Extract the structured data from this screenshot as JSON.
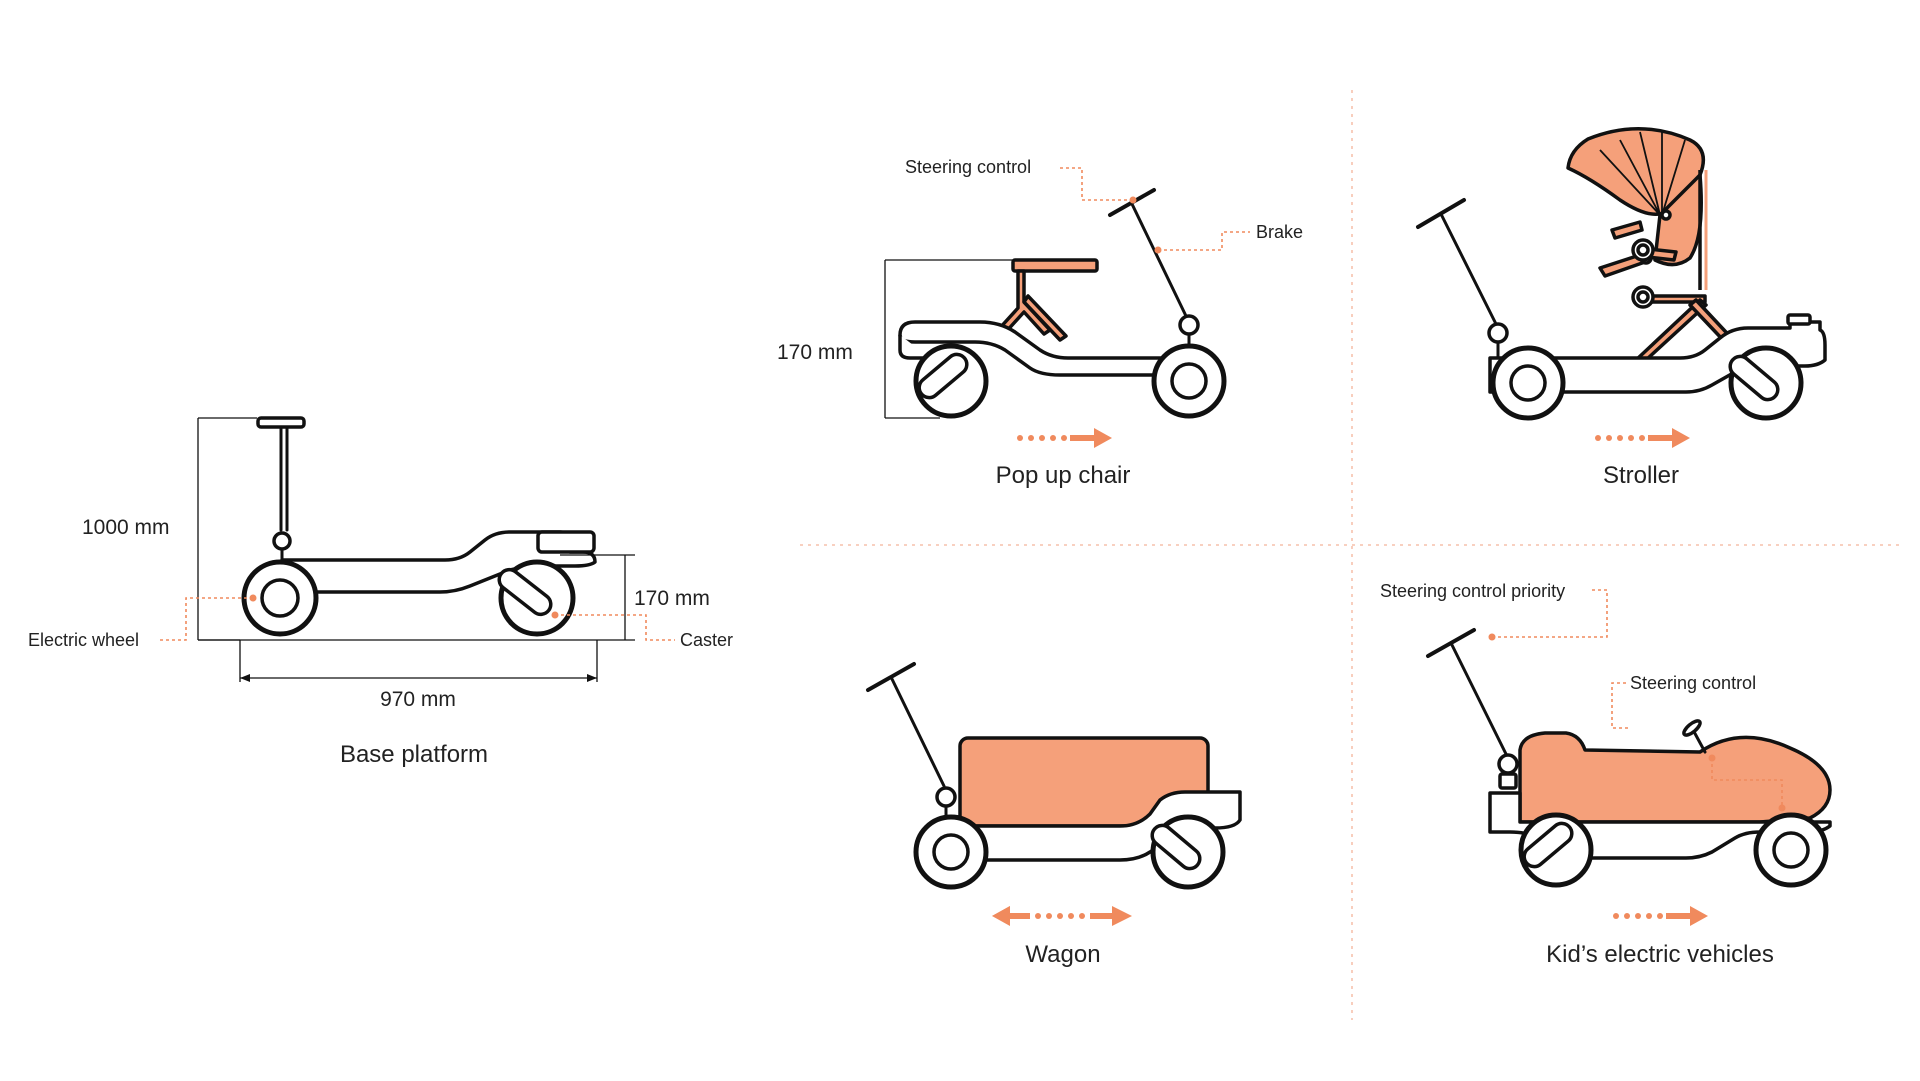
{
  "colors": {
    "accent": "#f08a5d",
    "fill": "#f5a07a",
    "outline": "#111111"
  },
  "base_platform": {
    "title": "Base platform",
    "height_total": "1000 mm",
    "height_deck": "170 mm",
    "length": "970 mm",
    "electric_wheel_label": "Electric wheel",
    "caster_label": "Caster"
  },
  "pop_up_chair": {
    "title": "Pop up chair",
    "height": "170 mm",
    "steering_control_label": "Steering control",
    "brake_label": "Brake",
    "direction": "forward"
  },
  "stroller": {
    "title": "Stroller",
    "direction": "forward"
  },
  "wagon": {
    "title": "Wagon",
    "direction": "both"
  },
  "kids_electric_vehicles": {
    "title": "Kid’s electric vehicles",
    "steering_priority_label": "Steering control priority",
    "steering_control_label": "Steering control",
    "direction": "forward"
  }
}
